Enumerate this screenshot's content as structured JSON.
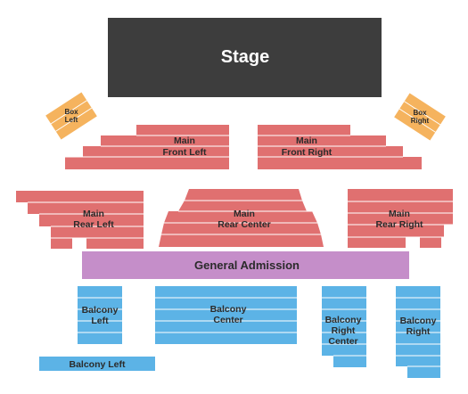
{
  "map": {
    "stage_label": "Stage",
    "sections": {
      "box_left": {
        "line1": "Box",
        "line2": "Left"
      },
      "box_right": {
        "line1": "Box",
        "line2": "Right"
      },
      "main_front_left": {
        "line1": "Main",
        "line2": "Front Left"
      },
      "main_front_right": {
        "line1": "Main",
        "line2": "Front Right"
      },
      "main_rear_left": {
        "line1": "Main",
        "line2": "Rear Left"
      },
      "main_rear_center": {
        "line1": "Main",
        "line2": "Rear Center"
      },
      "main_rear_right": {
        "line1": "Main",
        "line2": "Rear Right"
      },
      "general_admission": "General Admission",
      "balcony_left": {
        "line1": "Balcony",
        "line2": "Left"
      },
      "balcony_center": {
        "line1": "Balcony",
        "line2": "Center"
      },
      "balcony_right_center": {
        "line1": "Balcony",
        "line2": "Right",
        "line3": "Center"
      },
      "balcony_right": {
        "line1": "Balcony",
        "line2": "Right"
      },
      "balcony_left_row": "Balcony Left"
    },
    "colors": {
      "stage": "#3d3d3d",
      "main": "#e07070",
      "box": "#f5b35e",
      "general_admission": "#c58ec9",
      "balcony": "#5cb3e6"
    }
  }
}
